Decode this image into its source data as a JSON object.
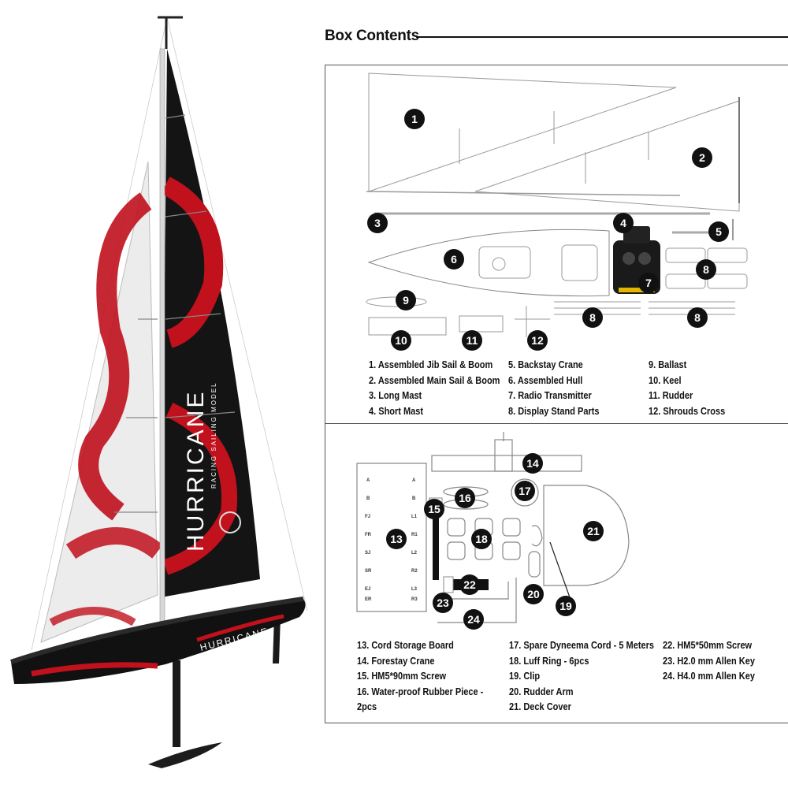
{
  "boat": {
    "sail_wordmark": "HURRICANE",
    "sail_tagline": "RACING SAILING MODEL",
    "hull_wordmark": "HURRICANE"
  },
  "header": {
    "title": "Box Contents"
  },
  "top_panel": {
    "markers": [
      "1",
      "2",
      "3",
      "4",
      "5",
      "6",
      "7",
      "8",
      "8",
      "8",
      "9",
      "10",
      "11",
      "12"
    ],
    "legend_col1": [
      "1. Assembled Jib Sail & Boom",
      "2. Assembled Main Sail & Boom",
      "3. Long Mast",
      "4. Short Mast"
    ],
    "legend_col2": [
      "5. Backstay Crane",
      "6. Assembled Hull",
      "7. Radio Transmitter",
      "8. Display Stand Parts"
    ],
    "legend_col3": [
      "9. Ballast",
      "10. Keel",
      "11. Rudder",
      "12. Shrouds Cross"
    ]
  },
  "bottom_panel": {
    "board_left_labels": [
      "A",
      "B",
      "FJ",
      "FR",
      "SJ",
      "SR",
      "EJ",
      "ER"
    ],
    "board_right_labels": [
      "A",
      "B",
      "L1",
      "R1",
      "L2",
      "R2",
      "L3",
      "R3"
    ],
    "markers": [
      "13",
      "14",
      "15",
      "16",
      "17",
      "18",
      "19",
      "20",
      "21",
      "22",
      "23",
      "24"
    ],
    "legend_col1": [
      "13. Cord Storage Board",
      "14. Forestay Crane",
      "15. HM5*90mm Screw",
      "16. Water-proof Rubber Piece -",
      "2pcs"
    ],
    "legend_col2": [
      "17. Spare Dyneema Cord - 5 Meters",
      "18. Luff Ring - 6pcs",
      "19. Clip",
      "20. Rudder Arm",
      "21. Deck Cover"
    ],
    "legend_col3": [
      "22. HM5*50mm Screw",
      "23. H2.0 mm Allen Key",
      "24. H4.0 mm Allen Key"
    ]
  }
}
